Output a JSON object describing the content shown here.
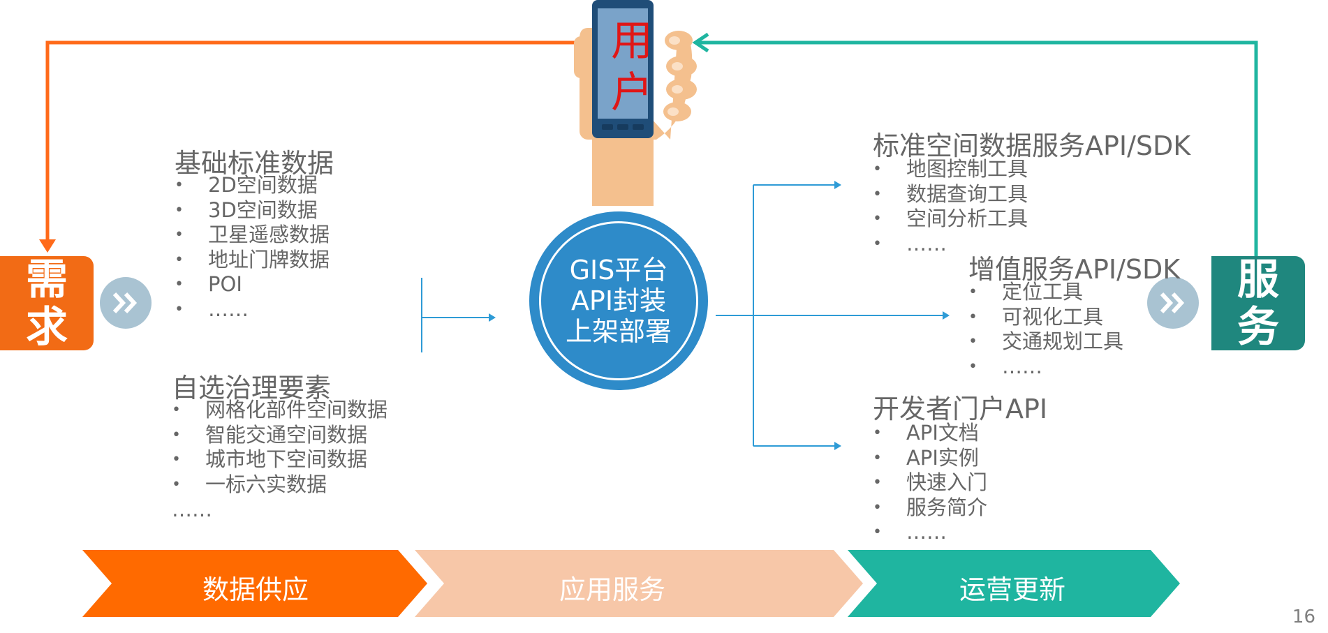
{
  "user": {
    "line1": "用",
    "line2": "户"
  },
  "left_badge": {
    "line1": "需",
    "line2": "求",
    "color": "#f26b15"
  },
  "right_badge": {
    "line1": "服",
    "line2": "务",
    "color": "#1f877e"
  },
  "center": {
    "line1": "GIS平台",
    "line2": "API封装",
    "line3": "上架部署",
    "color": "#2e8bc9"
  },
  "basic_data": {
    "title": "基础标准数据",
    "items": [
      "2D空间数据",
      "3D空间数据",
      "卫星遥感数据",
      "地址门牌数据",
      "POI",
      "……"
    ]
  },
  "custom_data": {
    "title": "自选治理要素",
    "items": [
      "网格化部件空间数据",
      "智能交通空间数据",
      "城市地下空间数据",
      "一标六实数据"
    ],
    "more": "……"
  },
  "std_service": {
    "title": "标准空间数据服务API/SDK",
    "items": [
      "地图控制工具",
      "数据查询工具",
      "空间分析工具",
      "……"
    ]
  },
  "value_service": {
    "title": "增值服务API/SDK",
    "items": [
      "定位工具",
      "可视化工具",
      "交通规划工具",
      "……"
    ]
  },
  "dev_portal": {
    "title": "开发者门户API",
    "items": [
      "API文档",
      "API实例",
      "快速入门",
      "服务简介",
      "……"
    ]
  },
  "process": [
    {
      "label": "数据供应",
      "color": "#ff6a00"
    },
    {
      "label": "应用服务",
      "color": "#f7c7a8"
    },
    {
      "label": "运营更新",
      "color": "#1fb5a0"
    }
  ],
  "page_number": "16",
  "colors": {
    "orange_line": "#ff6a1a",
    "teal_line": "#1fb5a0",
    "blue_line": "#2e9bd6"
  }
}
